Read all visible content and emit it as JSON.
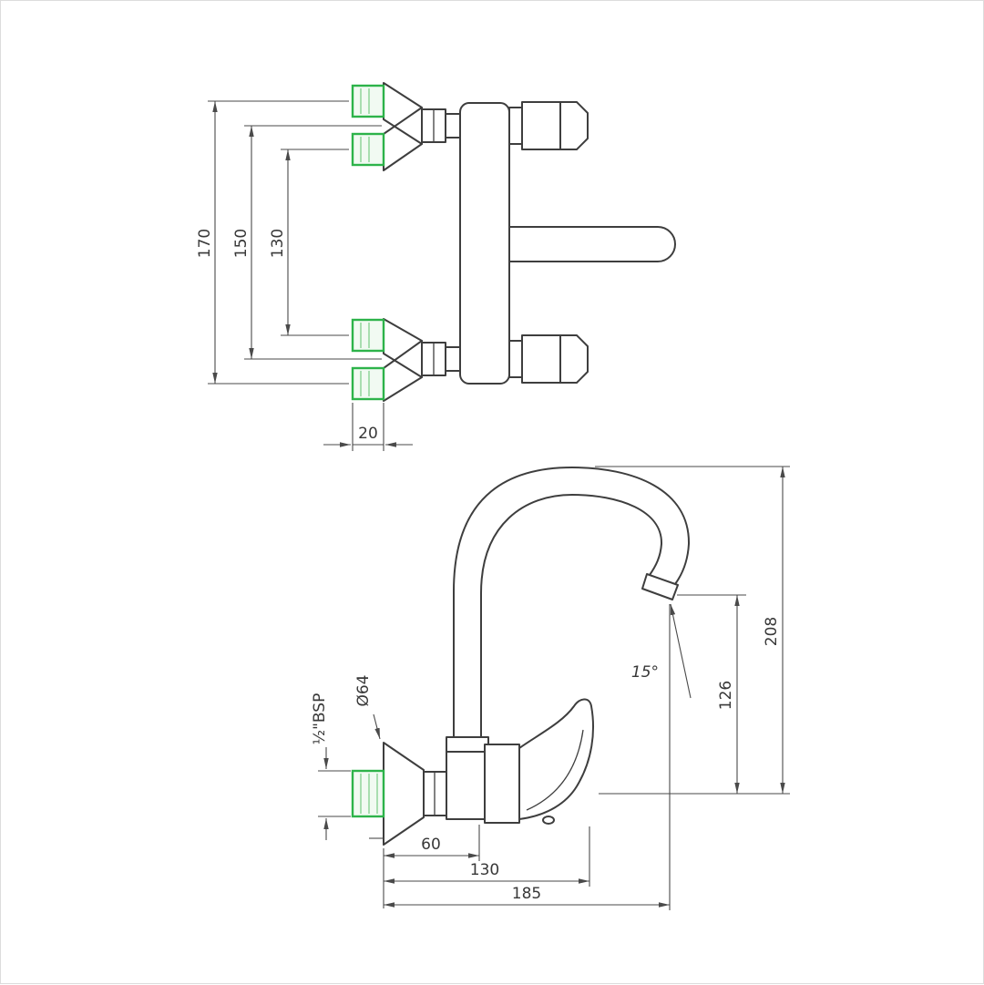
{
  "colors": {
    "line": "#3e3e3e",
    "dim": "#4a4a4a",
    "text": "#383838",
    "green": "#2db34a",
    "green_fill": "#f1faf2",
    "green_light": "#8fd49b",
    "bg": "#ffffff"
  },
  "top_view": {
    "dim_outer_spacing": "170",
    "dim_mid_spacing": "150",
    "dim_inner_spacing": "130",
    "dim_inlet_depth": "20"
  },
  "side_view": {
    "dim_total_height": "208",
    "dim_spout_outlet_height": "126",
    "dim_outlet_angle": "15°",
    "dim_flange_diameter": "Ø64",
    "dim_inlet_thread": "½\"BSP",
    "dim_wall_to_body": "60",
    "dim_wall_to_handle": "130",
    "dim_wall_to_outlet": "185"
  }
}
